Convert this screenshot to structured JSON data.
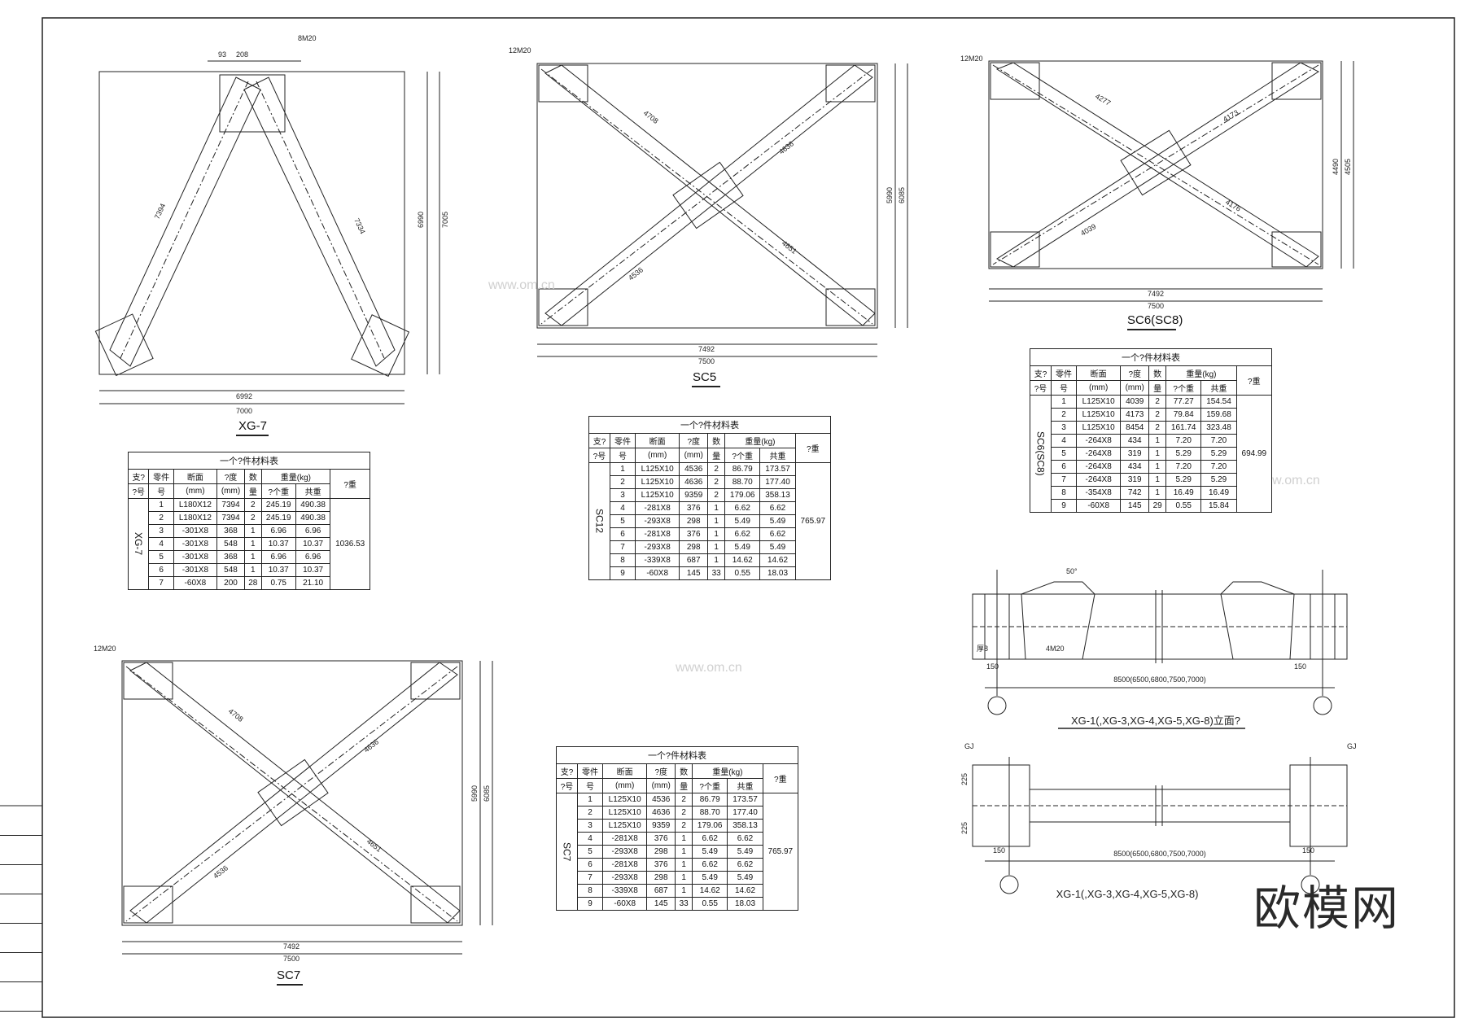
{
  "panels": {
    "xg7": {
      "label": "XG-7",
      "dims": {
        "width_outer": "7000",
        "width_inner": "6992",
        "height_outer": "7005",
        "height_inner": "6990",
        "leg": "7394",
        "leg2": "7334",
        "top_a": "93",
        "top_b": "208",
        "bolt": "8M20"
      }
    },
    "sc5": {
      "label": "SC5",
      "dims": {
        "width_outer": "7500",
        "width_inner": "7492",
        "height_outer": "6085",
        "height_inner": "5990",
        "diag_a": "4708",
        "diag_b": "4636",
        "diag_c": "4651",
        "diag_d": "4536",
        "bolt": "12M20"
      }
    },
    "sc6": {
      "label": "SC6(SC8)",
      "dims": {
        "width_outer": "7500",
        "width_inner": "7492",
        "height_outer": "4505",
        "height_inner": "4490",
        "diag_a": "4277",
        "diag_b": "4173",
        "diag_c": "4176",
        "diag_d": "4039",
        "bolt": "12M20"
      }
    },
    "sc7": {
      "label": "SC7",
      "dims": {
        "width_outer": "7500",
        "width_inner": "7492",
        "height_outer": "6085",
        "height_inner": "5990",
        "diag_a": "4708",
        "diag_b": "4636",
        "diag_c": "4651",
        "diag_d": "4536",
        "bolt": "12M20"
      }
    }
  },
  "elevation1": {
    "label": "XG-1(,XG-3,XG-4,XG-5,XG-8)立面?",
    "span": "8500(6500,6800,7500,7000)",
    "d1": "150",
    "d2": "150",
    "bolt": "4M20",
    "angle": "50°",
    "thk": "厚8"
  },
  "elevation2": {
    "label": "XG-1(,XG-3,XG-4,XG-5,XG-8)",
    "span": "8500(6500,6800,7500,7000)",
    "d1": "150",
    "d2": "150",
    "gj": "GJ",
    "h": "225"
  },
  "watermark": {
    "brand": "欧模网",
    "site": "www.om.cn"
  },
  "tables": {
    "xg7": {
      "title": "一个?件材料表",
      "member": "XG-7",
      "total": "1036.53",
      "headers": [
        "支?",
        "零件",
        "断面",
        "?度",
        "数",
        "重量(kg)",
        "?重"
      ],
      "subheaders": [
        "?号",
        "号",
        "(mm)",
        "(mm)",
        "量",
        "?个重",
        "共重"
      ],
      "rows": [
        [
          "1",
          "L180X12",
          "7394",
          "2",
          "245.19",
          "490.38"
        ],
        [
          "2",
          "L180X12",
          "7394",
          "2",
          "245.19",
          "490.38"
        ],
        [
          "3",
          "-301X8",
          "368",
          "1",
          "6.96",
          "6.96"
        ],
        [
          "4",
          "-301X8",
          "548",
          "1",
          "10.37",
          "10.37"
        ],
        [
          "5",
          "-301X8",
          "368",
          "1",
          "6.96",
          "6.96"
        ],
        [
          "6",
          "-301X8",
          "548",
          "1",
          "10.37",
          "10.37"
        ],
        [
          "7",
          "-60X8",
          "200",
          "28",
          "0.75",
          "21.10"
        ]
      ]
    },
    "sc12": {
      "title": "一个?件材料表",
      "member": "SC12",
      "total": "765.97",
      "headers": [
        "支?",
        "零件",
        "断面",
        "?度",
        "数",
        "重量(kg)",
        "?重"
      ],
      "subheaders": [
        "?号",
        "号",
        "(mm)",
        "(mm)",
        "量",
        "?个重",
        "共重"
      ],
      "rows": [
        [
          "1",
          "L125X10",
          "4536",
          "2",
          "86.79",
          "173.57"
        ],
        [
          "2",
          "L125X10",
          "4636",
          "2",
          "88.70",
          "177.40"
        ],
        [
          "3",
          "L125X10",
          "9359",
          "2",
          "179.06",
          "358.13"
        ],
        [
          "4",
          "-281X8",
          "376",
          "1",
          "6.62",
          "6.62"
        ],
        [
          "5",
          "-293X8",
          "298",
          "1",
          "5.49",
          "5.49"
        ],
        [
          "6",
          "-281X8",
          "376",
          "1",
          "6.62",
          "6.62"
        ],
        [
          "7",
          "-293X8",
          "298",
          "1",
          "5.49",
          "5.49"
        ],
        [
          "8",
          "-339X8",
          "687",
          "1",
          "14.62",
          "14.62"
        ],
        [
          "9",
          "-60X8",
          "145",
          "33",
          "0.55",
          "18.03"
        ]
      ]
    },
    "sc6": {
      "title": "一个?件材料表",
      "member": "SC6(SC8)",
      "total": "694.99",
      "headers": [
        "支?",
        "零件",
        "断面",
        "?度",
        "数",
        "重量(kg)",
        "?重"
      ],
      "subheaders": [
        "?号",
        "号",
        "(mm)",
        "(mm)",
        "量",
        "?个重",
        "共重"
      ],
      "rows": [
        [
          "1",
          "L125X10",
          "4039",
          "2",
          "77.27",
          "154.54"
        ],
        [
          "2",
          "L125X10",
          "4173",
          "2",
          "79.84",
          "159.68"
        ],
        [
          "3",
          "L125X10",
          "8454",
          "2",
          "161.74",
          "323.48"
        ],
        [
          "4",
          "-264X8",
          "434",
          "1",
          "7.20",
          "7.20"
        ],
        [
          "5",
          "-264X8",
          "319",
          "1",
          "5.29",
          "5.29"
        ],
        [
          "6",
          "-264X8",
          "434",
          "1",
          "7.20",
          "7.20"
        ],
        [
          "7",
          "-264X8",
          "319",
          "1",
          "5.29",
          "5.29"
        ],
        [
          "8",
          "-354X8",
          "742",
          "1",
          "16.49",
          "16.49"
        ],
        [
          "9",
          "-60X8",
          "145",
          "29",
          "0.55",
          "15.84"
        ]
      ]
    },
    "sc7": {
      "title": "一个?件材料表",
      "member": "SC7",
      "total": "765.97",
      "headers": [
        "支?",
        "零件",
        "断面",
        "?度",
        "数",
        "重量(kg)",
        "?重"
      ],
      "subheaders": [
        "?号",
        "号",
        "(mm)",
        "(mm)",
        "量",
        "?个重",
        "共重"
      ],
      "rows": [
        [
          "1",
          "L125X10",
          "4536",
          "2",
          "86.79",
          "173.57"
        ],
        [
          "2",
          "L125X10",
          "4636",
          "2",
          "88.70",
          "177.40"
        ],
        [
          "3",
          "L125X10",
          "9359",
          "2",
          "179.06",
          "358.13"
        ],
        [
          "4",
          "-281X8",
          "376",
          "1",
          "6.62",
          "6.62"
        ],
        [
          "5",
          "-293X8",
          "298",
          "1",
          "5.49",
          "5.49"
        ],
        [
          "6",
          "-281X8",
          "376",
          "1",
          "6.62",
          "6.62"
        ],
        [
          "7",
          "-293X8",
          "298",
          "1",
          "5.49",
          "5.49"
        ],
        [
          "8",
          "-339X8",
          "687",
          "1",
          "14.62",
          "14.62"
        ],
        [
          "9",
          "-60X8",
          "145",
          "33",
          "0.55",
          "18.03"
        ]
      ]
    }
  }
}
